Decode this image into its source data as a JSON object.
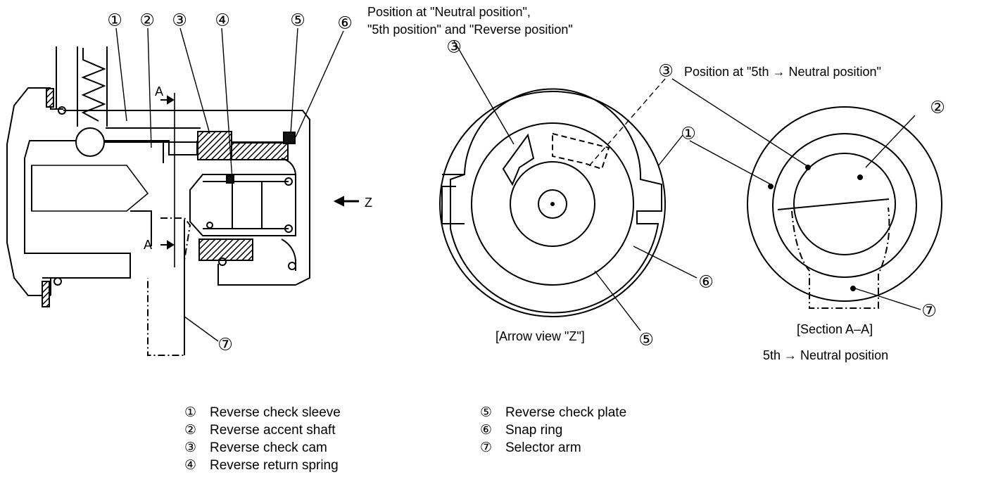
{
  "callout_numbers": [
    "①",
    "②",
    "③",
    "④",
    "⑤",
    "⑥",
    "⑦"
  ],
  "section_marker": "A",
  "arrow_direction_label": "Z",
  "top_note": {
    "line1": "Position at \"Neutral position\",",
    "line2": "\"5th position\" and \"Reverse position\""
  },
  "right_note": "Position at \"5th → Neutral position\"",
  "captions": {
    "arrow_view": "[Arrow view \"Z\"]",
    "section": "[Section A–A]",
    "section_sub": "5th → Neutral position"
  },
  "legend": [
    {
      "num": "①",
      "text": "Reverse check sleeve"
    },
    {
      "num": "②",
      "text": "Reverse accent shaft"
    },
    {
      "num": "③",
      "text": "Reverse check cam"
    },
    {
      "num": "④",
      "text": "Reverse return spring"
    },
    {
      "num": "⑤",
      "text": "Reverse check plate"
    },
    {
      "num": "⑥",
      "text": "Snap ring"
    },
    {
      "num": "⑦",
      "text": "Selector arm"
    }
  ]
}
